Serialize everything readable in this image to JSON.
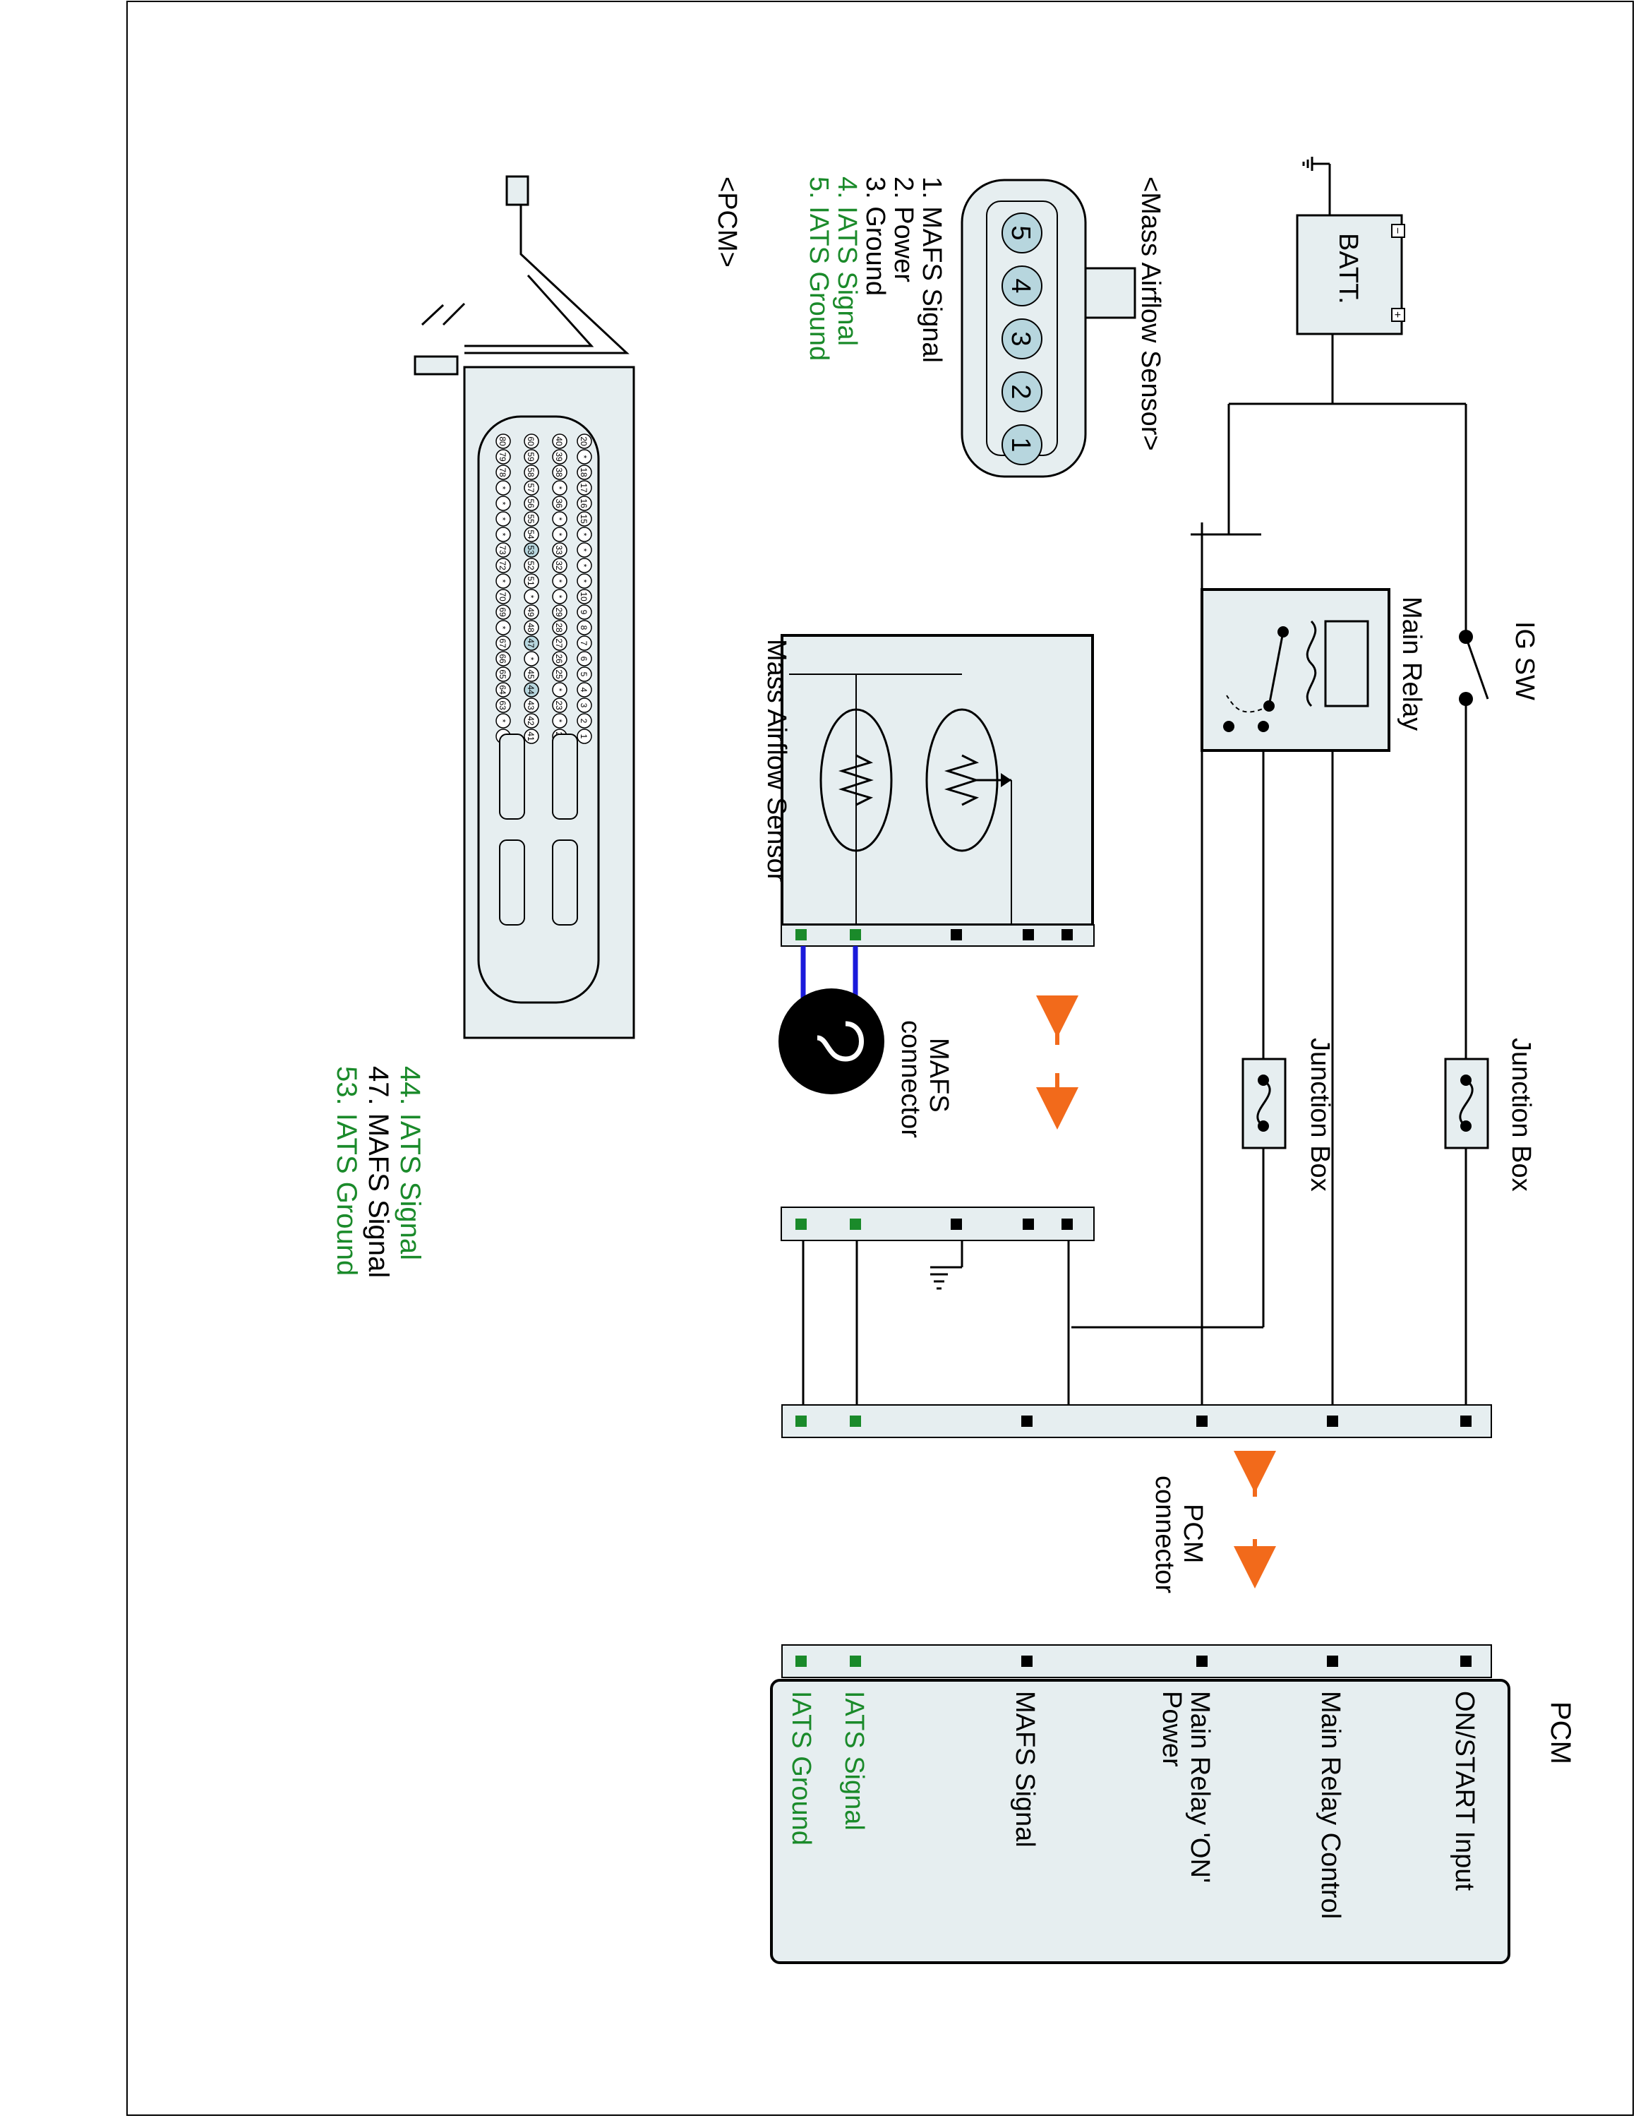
{
  "pcm": {
    "title": "PCM",
    "pins": [
      "ON/START Input",
      "Main Relay Control",
      "Main Relay 'ON'",
      "Power",
      "MAFS Signal",
      "IATS Signal",
      "IATS Ground"
    ]
  },
  "labels": {
    "ig_sw": "IG SW",
    "main_relay": "Main Relay",
    "junction_box_1": "Junction Box",
    "junction_box_2": "Junction Box",
    "batt": "BATT.",
    "mass_airflow_sensor": "Mass Airflow Sensor",
    "mafs_connector_1": "MAFS",
    "mafs_connector_2": "connector",
    "pcm_connector_1": "PCM",
    "pcm_connector_2": "connector",
    "maf_view_title": "<Mass Airflow Sensor>",
    "pcm_view_title": "<PCM>"
  },
  "maf_legend": [
    "1. MAFS Signal",
    "2. Power",
    "3. Ground",
    "4. IATS Signal",
    "5. IATS Ground"
  ],
  "maf_pins": [
    "5",
    "4",
    "3",
    "2",
    "1"
  ],
  "pcm_legend": [
    "44. IATS Signal",
    "47. MAFS Signal",
    "53. IATS Ground"
  ],
  "pcm_connector_rows": [
    [
      "20",
      "*",
      "18",
      "17",
      "16",
      "15",
      "*",
      "*",
      "*",
      "*",
      "10",
      "9",
      "8",
      "7",
      "6",
      "5",
      "4",
      "3",
      "2",
      "1"
    ],
    [
      "40",
      "39",
      "38",
      "*",
      "36",
      "*",
      "*",
      "33",
      "32",
      "*",
      "*",
      "29",
      "28",
      "27",
      "26",
      "25",
      "*",
      "23",
      "*",
      "21"
    ],
    [
      "60",
      "59",
      "58",
      "57",
      "56",
      "55",
      "54",
      "53",
      "52",
      "51",
      "*",
      "49",
      "48",
      "47",
      "*",
      "45",
      "44",
      "43",
      "42",
      "41"
    ],
    [
      "80",
      "79",
      "78",
      "*",
      "*",
      "*",
      "*",
      "73",
      "72",
      "*",
      "70",
      "69",
      "*",
      "67",
      "66",
      "65",
      "64",
      "63",
      "*",
      "*"
    ]
  ],
  "colors": {
    "green": "#1a8a2a",
    "black": "#000000",
    "panel": "#e6eef0",
    "highlight": "#b7d6de",
    "arrow": "#f26a1b",
    "wire_blue": "#1a1adb"
  }
}
